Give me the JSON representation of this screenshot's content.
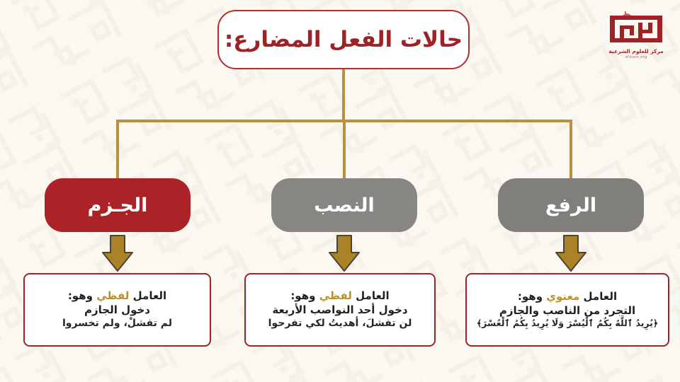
{
  "page": {
    "title": "حالات الفعل المضارع:",
    "background_color": "#fbf8f1",
    "accent_red": "#9e2327",
    "accent_gold": "#b9912f",
    "gray": "#817f7c"
  },
  "logo": {
    "name": "إحكام",
    "subtitle": "مركز للعلوم الشرعية",
    "url": "ahkam.org"
  },
  "nodes": [
    {
      "id": "jazm",
      "label": "الجـزم",
      "color": "#ab2326",
      "detail": {
        "head_prefix": "العامل",
        "head_highlight": "لفظي",
        "head_suffix": "وهو:",
        "body": "دخول الجازم",
        "example": "لم تفشلْ، ولم تخسروا"
      }
    },
    {
      "id": "nasb",
      "label": "النصب",
      "color": "#878683",
      "detail": {
        "head_prefix": "العامل",
        "head_highlight": "لفظي",
        "head_suffix": "وهو:",
        "body": "دخول أحد النواصب الأربعة",
        "example": "لن تفشلَ، أهديتُ لكي تفرحوا"
      }
    },
    {
      "id": "rafa",
      "label": "الرفع",
      "color": "#817f7c",
      "detail": {
        "head_prefix": "العامل",
        "head_highlight": "معنوي",
        "head_suffix": "وهو:",
        "body": "التجرد من الناصب والجازم",
        "example": "﴿يُرِيدُ ٱللَّهُ بِكُمُ ٱلْيُسْرَ وَلَا يُرِيدُ بِكُمُ ٱلْعُسْرَ﴾"
      }
    }
  ]
}
